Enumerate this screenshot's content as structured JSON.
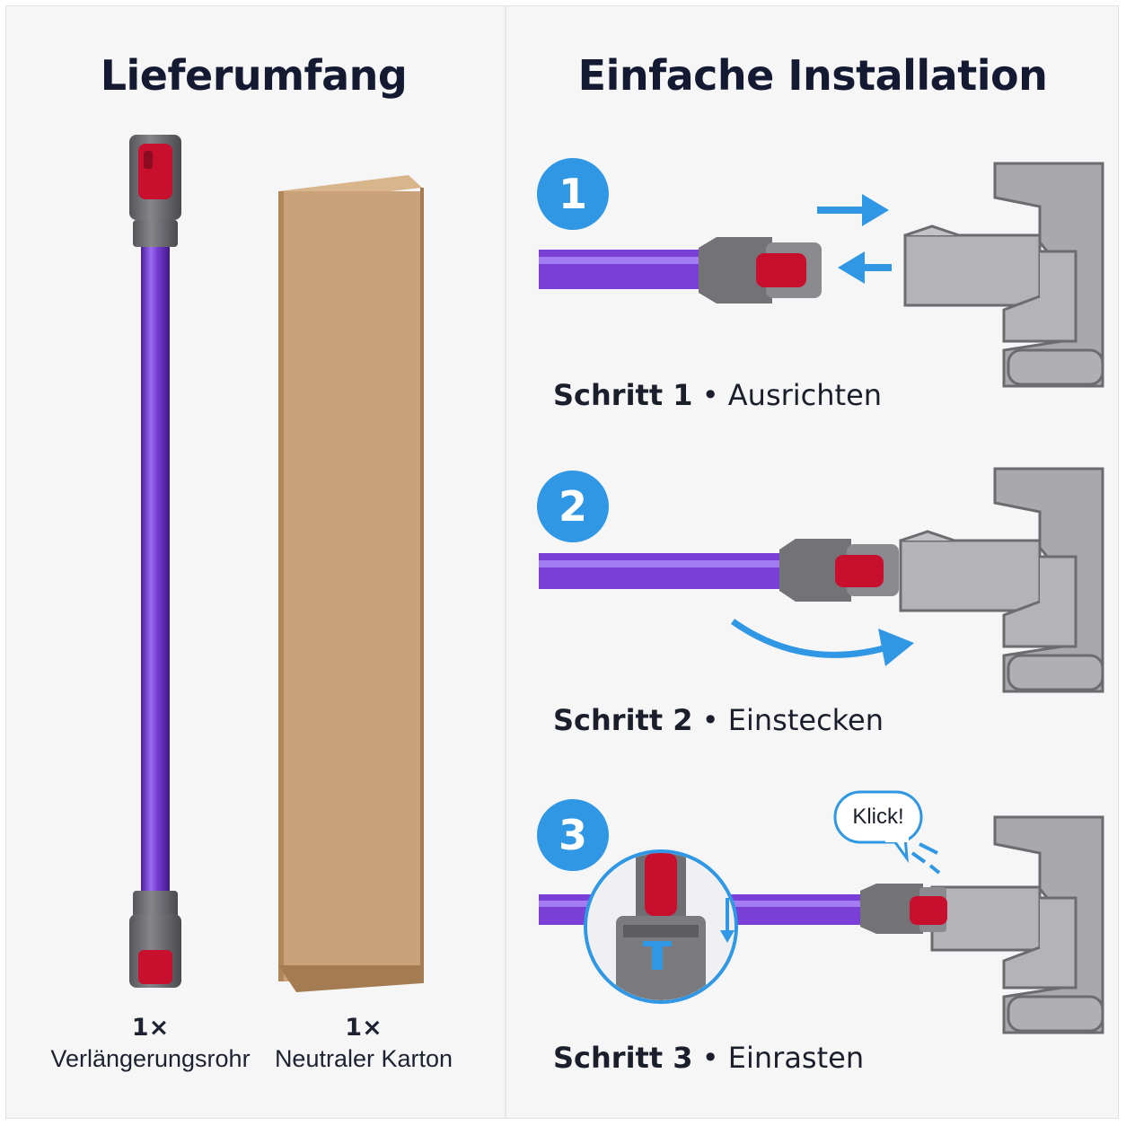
{
  "left": {
    "title": "Lieferumfang",
    "items": [
      {
        "qty": "1×",
        "label": "Verlängerungsrohr"
      },
      {
        "qty": "1×",
        "label": "Neutraler Karton"
      }
    ]
  },
  "right": {
    "title": "Einfache Installation",
    "steps": [
      {
        "number": "1",
        "name": "Schritt 1",
        "separator": "•",
        "action": "Ausrichten"
      },
      {
        "number": "2",
        "name": "Schritt 2",
        "separator": "•",
        "action": "Einstecken"
      },
      {
        "number": "3",
        "name": "Schritt 3",
        "separator": "•",
        "action": "Einrasten"
      }
    ],
    "click_label": "Klick!"
  },
  "colors": {
    "tube_purple": "#7a3fd6",
    "connector_grey": "#6b6b70",
    "button_red": "#c8102e",
    "accent_blue": "#2f97e4",
    "carton_brown": "#c9a27a",
    "heading_navy": "#151a33"
  }
}
